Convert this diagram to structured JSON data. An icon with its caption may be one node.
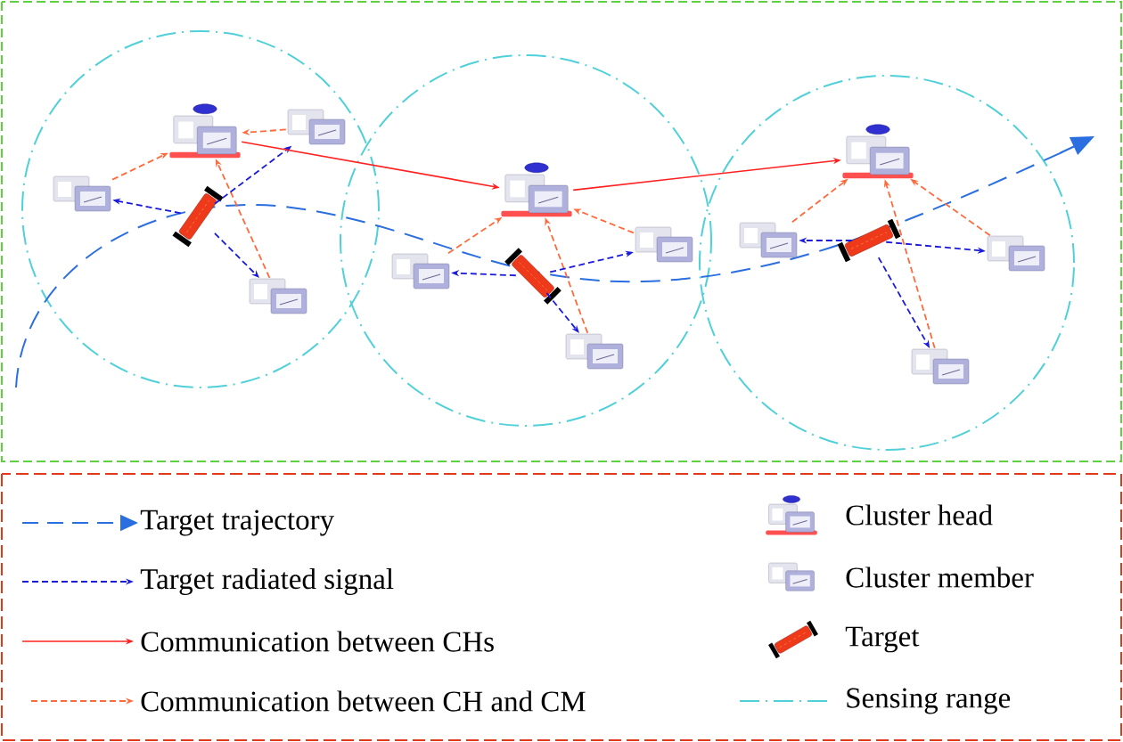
{
  "diagram": {
    "nodes": [
      {
        "text": [],
        "shape": "picture"
      },
      {
        "text": [],
        "shape": "picture"
      },
      {
        "text": [],
        "shape": "picture"
      },
      {
        "text": [],
        "shape": "picture"
      },
      {
        "text": [],
        "shape": "picture"
      },
      {
        "text": [],
        "shape": "picture"
      },
      {
        "text": [],
        "shape": "picture"
      },
      {
        "text": [],
        "shape": "picture"
      },
      {
        "text": [],
        "shape": "picture"
      },
      {
        "text": [],
        "shape": "picture"
      },
      {
        "text": [],
        "shape": "picture"
      },
      {
        "text": [],
        "shape": "picture"
      },
      {
        "text": [],
        "shape": "picture"
      },
      {
        "text": [],
        "shape": "picture"
      },
      {
        "text": [],
        "shape": "picture"
      }
    ],
    "edges": [
      {
        "from": 1,
        "to": 0,
        "arrow": "to",
        "style": "dashed"
      },
      {
        "from": 2,
        "to": 0,
        "arrow": "to",
        "style": "dashed"
      },
      {
        "from": 4,
        "to": 0,
        "arrow": "to",
        "style": "dashed"
      },
      {
        "from": 3,
        "to": 1,
        "arrow": "to",
        "style": "dashed",
        "color": "#1a1adc"
      },
      {
        "from": 3,
        "to": 2,
        "arrow": "to",
        "style": "dashed",
        "color": "#1a1adc"
      },
      {
        "from": 3,
        "to": 4,
        "arrow": "to",
        "style": "dashed",
        "color": "#1a1adc"
      },
      {
        "from": 0,
        "to": 5,
        "arrow": "to",
        "color": "#ff2020"
      },
      {
        "from": 5,
        "to": 10,
        "arrow": "to",
        "color": "#ff2020"
      },
      {
        "from": 6,
        "to": 5,
        "arrow": "to",
        "style": "dashed"
      },
      {
        "from": 7,
        "to": 5,
        "arrow": "to",
        "style": "dashed"
      },
      {
        "from": 9,
        "to": 5,
        "arrow": "to",
        "style": "dashed"
      },
      {
        "from": 8,
        "to": 6,
        "arrow": "to",
        "style": "dashed",
        "color": "#1a1adc"
      },
      {
        "from": 8,
        "to": 7,
        "arrow": "to",
        "style": "dashed",
        "color": "#1a1adc"
      },
      {
        "from": 8,
        "to": 9,
        "arrow": "to",
        "style": "dashed",
        "color": "#1a1adc"
      },
      {
        "from": 11,
        "to": 10,
        "arrow": "to",
        "style": "dashed"
      },
      {
        "from": 13,
        "to": 10,
        "arrow": "to",
        "style": "dashed"
      },
      {
        "from": 14,
        "to": 10,
        "arrow": "to",
        "style": "dashed"
      },
      {
        "from": 12,
        "to": 11,
        "arrow": "to",
        "style": "dashed",
        "color": "#1a1adc"
      },
      {
        "from": 12,
        "to": 13,
        "arrow": "to",
        "style": "dashed",
        "color": "#1a1adc"
      },
      {
        "from": 12,
        "to": 14,
        "arrow": "to",
        "style": "dashed",
        "color": "#1a1adc"
      }
    ],
    "legend": [
      {
        "text": "Target trajectory"
      },
      {
        "text": "Target radiated signal"
      },
      {
        "text": "Communication between CHs"
      },
      {
        "text": "Communication between CH and CM"
      },
      {
        "text": "Cluster head"
      },
      {
        "text": "Cluster member"
      },
      {
        "text": "Target"
      },
      {
        "text": "Sensing range"
      }
    ]
  }
}
